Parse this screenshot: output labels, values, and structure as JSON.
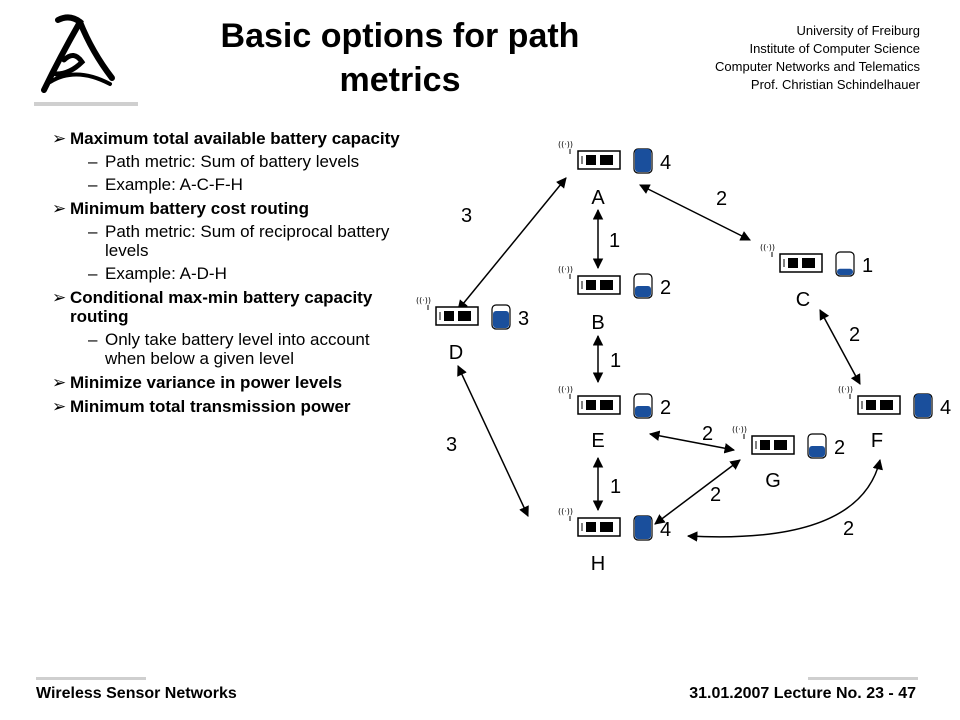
{
  "title": "Basic options for path metrics",
  "affiliation": [
    "University of Freiburg",
    "Institute of Computer Science",
    "Computer Networks and Telematics",
    "Prof. Christian Schindelhauer"
  ],
  "bullets": [
    {
      "text": "Maximum total available battery capacity",
      "subs": [
        "Path metric: Sum of battery levels",
        "Example: A-C-F-H"
      ]
    },
    {
      "text": "Minimum battery cost routing",
      "subs": [
        "Path metric: Sum of reciprocal battery levels",
        "Example: A-D-H"
      ]
    },
    {
      "text": "Conditional max-min battery capacity routing",
      "subs": [
        "Only take battery level into account when below a given level"
      ]
    },
    {
      "text": "Minimize variance in power levels",
      "subs": []
    },
    {
      "text": "Minimum total transmission power",
      "subs": []
    }
  ],
  "nodes": [
    {
      "id": "A",
      "battery": "4",
      "level": 1.0
    },
    {
      "id": "B",
      "battery": "2",
      "level": 0.5
    },
    {
      "id": "C",
      "battery": "1",
      "level": 0.3
    },
    {
      "id": "D",
      "battery": "3",
      "level": 0.75
    },
    {
      "id": "E",
      "battery": "2",
      "level": 0.5
    },
    {
      "id": "F",
      "battery": "4",
      "level": 1.0
    },
    {
      "id": "G",
      "battery": "2",
      "level": 0.5
    },
    {
      "id": "H",
      "battery": "4",
      "level": 1.0
    }
  ],
  "edges": [
    {
      "from": "A",
      "to": "C",
      "weight": "2"
    },
    {
      "from": "A",
      "to": "B",
      "weight": "1"
    },
    {
      "from": "A",
      "to": "D",
      "weight": "3"
    },
    {
      "from": "C",
      "to": "F",
      "weight": "2"
    },
    {
      "from": "B",
      "to": "E",
      "weight": "1"
    },
    {
      "from": "D",
      "to": "H",
      "weight": "3"
    },
    {
      "from": "E",
      "to": "G",
      "weight": "2"
    },
    {
      "from": "E",
      "to": "H",
      "weight": "1"
    },
    {
      "from": "G",
      "to": "H",
      "weight": "2"
    },
    {
      "from": "F",
      "to": "H",
      "weight": "2"
    }
  ],
  "footer": {
    "left": "Wireless Sensor Networks",
    "right": "31.01.2007 Lecture No. 23 - 47"
  },
  "colors": {
    "battery": "#1a4f9c",
    "text": "#000000",
    "rule": "#cfcfcf"
  }
}
